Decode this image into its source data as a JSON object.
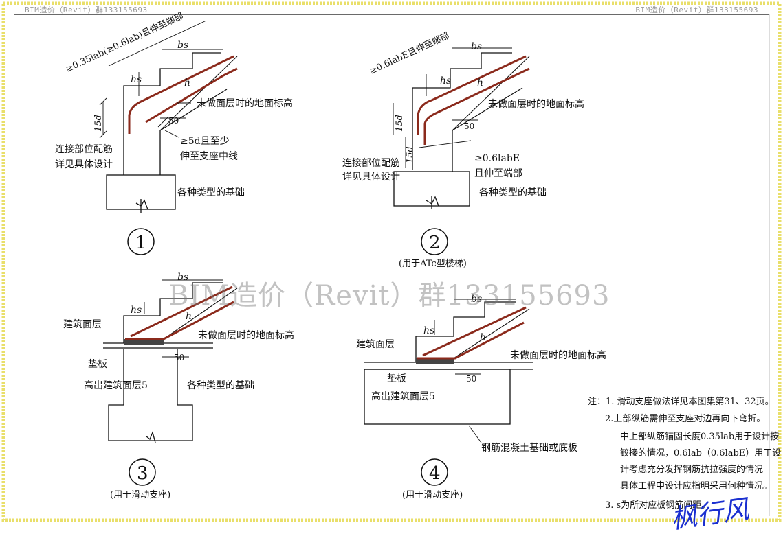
{
  "header": {
    "left": "BIM造价（Revit）群133155693",
    "right": "BIM造价（Revit）群133155693"
  },
  "watermark": "BIM造价（Revit）群133155693",
  "signature": "枫行风",
  "colors": {
    "rebar": "#8b2a1c",
    "line": "#111111",
    "border": "#e9df6a"
  },
  "figures": {
    "fig1": {
      "number": "1",
      "bs": "bs",
      "hs": "hs",
      "h": "h",
      "anchor": "≥0.35lab(≥0.6lab)且伸至端部",
      "ground": "未做面层时的地面标高",
      "dim15d": "15d",
      "dim50": "50",
      "min5d": "≥5d且至少",
      "to_center": "伸至支座中线",
      "conn1": "连接部位配筋",
      "conn2": "详见具体设计",
      "foundation": "各种类型的基础"
    },
    "fig2": {
      "number": "2",
      "caption": "(用于ATc型楼梯)",
      "bs": "bs",
      "hs": "hs",
      "h": "h",
      "anchor": "≥0.6labE且伸至端部",
      "ground": "未做面层时的地面标高",
      "dim15d_a": "15d",
      "dim15d_b": "15d",
      "dim50": "50",
      "labE": "≥0.6labE",
      "to_end": "且伸至端部",
      "conn1": "连接部位配筋",
      "conn2": "详见具体设计",
      "foundation": "各种类型的基础"
    },
    "fig3": {
      "number": "3",
      "caption": "(用于滑动支座)",
      "bs": "bs",
      "hs": "hs",
      "h": "h",
      "building_layer": "建筑面层",
      "ground": "未做面层时的地面标高",
      "pad": "垫板",
      "dim50": "50",
      "raised": "高出建筑面层5",
      "foundation": "各种类型的基础"
    },
    "fig4": {
      "number": "4",
      "caption": "(用于滑动支座)",
      "bs": "bs",
      "hs": "hs",
      "h": "h",
      "building_layer": "建筑面层",
      "ground": "未做面层时的地面标高",
      "pad": "垫板",
      "dim50": "50",
      "raised": "高出建筑面层5",
      "foundation": "钢筋混凝土基础或底板"
    }
  },
  "notes": {
    "lines": [
      "注：1. 滑动支座做法详见本图集第31、32页。",
      "2.上部纵筋需伸至支座对边再向下弯折。",
      "中上部纵筋锚固长度0.35lab用于设计按",
      "铰接的情况，0.6lab（0.6labE）用于设",
      "计考虑充分发挥钢筋抗拉强度的情况",
      "具体工程中设计应指明采用何种情况。",
      "3. s为所对应板钢筋间距。"
    ]
  }
}
